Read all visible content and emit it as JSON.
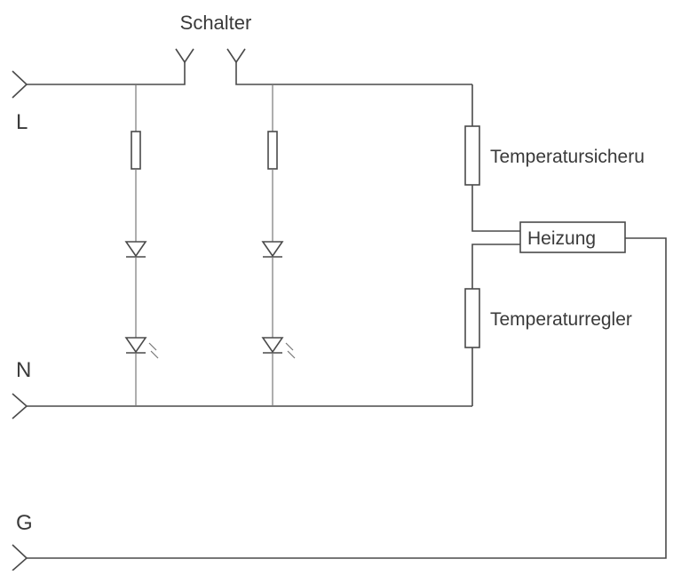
{
  "labels": {
    "switch": "Schalter",
    "line_L": "L",
    "line_N": "N",
    "line_G": "G",
    "thermal_fuse": "Temperatursicheru",
    "heater": "Heizung",
    "thermostat": "Temperaturregler"
  },
  "colors": {
    "wire": "#4a4a4a",
    "text": "#3a3a3a",
    "background": "#ffffff"
  }
}
